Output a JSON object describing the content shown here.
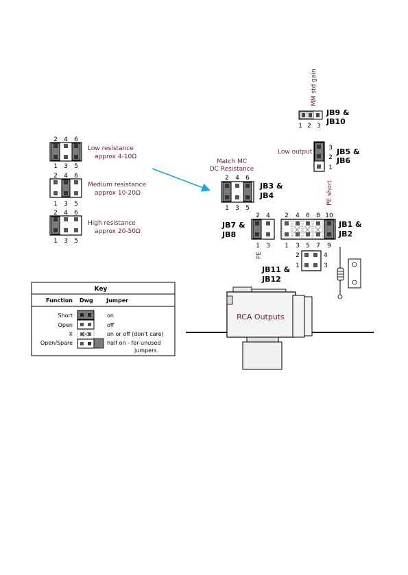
{
  "colors": {
    "label": "#6b2230",
    "arrow": "#1aa7e0",
    "jumper_fill": "#7a7a7a",
    "pin": "#555555"
  },
  "top_left": {
    "upper_pins": [
      "2",
      "4",
      "6"
    ],
    "lower_pins": [
      "1",
      "3",
      "5"
    ],
    "configs": [
      {
        "line1": "Low resistance",
        "line2": "approx 4-10Ω"
      },
      {
        "line1": "Medium resistance",
        "line2": "approx 10-20Ω"
      },
      {
        "line1": "High resistance",
        "line2": "approx 20-50Ω"
      }
    ]
  },
  "mm_gain": {
    "label": "MM std gain",
    "pins": [
      "1",
      "2",
      "3"
    ],
    "jb_line1": "JB9 &",
    "jb_line2": "JB10"
  },
  "low_output": {
    "label": "Low output",
    "pins": [
      "3",
      "2",
      "1"
    ],
    "jb_line1": "JB5 &",
    "jb_line2": "JB6",
    "pe_short": "PE short"
  },
  "match_mc": {
    "line1": "Match MC",
    "line2": "DC Resistance",
    "upper_pins": [
      "2",
      "4",
      "6"
    ],
    "lower_pins": [
      "1",
      "3",
      "5"
    ],
    "jb_line1": "JB3 &",
    "jb_line2": "JB4"
  },
  "jb7": {
    "upper_pins": [
      "2",
      "4"
    ],
    "lower_pins": [
      "1",
      "3"
    ],
    "jb_line1": "JB7 &",
    "jb_line2": "JB8",
    "pe": "PE"
  },
  "jb1": {
    "upper_pins": [
      "2",
      "4",
      "6",
      "8",
      "10"
    ],
    "lower_pins": [
      "1",
      "3",
      "5",
      "7",
      "9"
    ],
    "jb_line1": "JB1 &",
    "jb_line2": "JB2"
  },
  "jb11": {
    "left_pins": [
      "2",
      "1"
    ],
    "right_pins": [
      "4",
      "3"
    ],
    "jb_line1": "JB11 &",
    "jb_line2": "JB12"
  },
  "rca_label": "RCA Outputs",
  "key": {
    "title": "Key",
    "headers": [
      "Function",
      "Dwg",
      "Jumper"
    ],
    "rows": [
      {
        "function": "Short",
        "jumper": "on"
      },
      {
        "function": "Open",
        "jumper": "off"
      },
      {
        "function": "X",
        "jumper": "on or off (don't care)"
      },
      {
        "function": "Open/Spare",
        "jumper": "half on - for unused",
        "jumper2": "jumpers"
      }
    ]
  }
}
